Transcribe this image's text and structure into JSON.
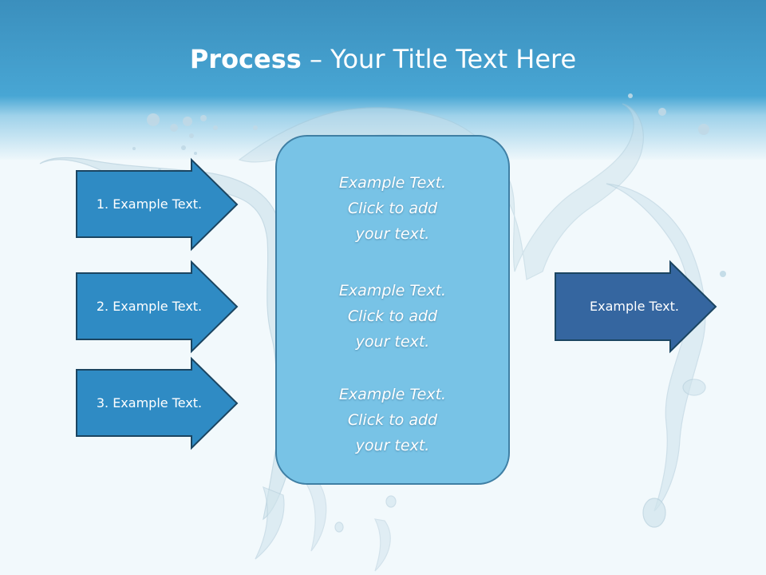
{
  "title": {
    "bold_part": "Process",
    "rest_part": " – Your Title Text Here"
  },
  "left_arrows": [
    {
      "label": "1. Example Text."
    },
    {
      "label": "2. Example Text."
    },
    {
      "label": "3. Example Text."
    }
  ],
  "center_box": {
    "blocks": [
      "Example Text.\nClick  to add\nyour text.",
      "Example Text.\nClick  to add\nyour text.",
      "Example Text.\nClick  to add\nyour text."
    ]
  },
  "right_arrow": {
    "label": "Example Text."
  },
  "colors": {
    "left_arrow_fill": "#2f8bc4",
    "arrow_border": "#1b4561",
    "right_arrow_fill": "#3566a0",
    "center_box_fill": "#78c3e6",
    "header_blue": "#48a6d4"
  }
}
